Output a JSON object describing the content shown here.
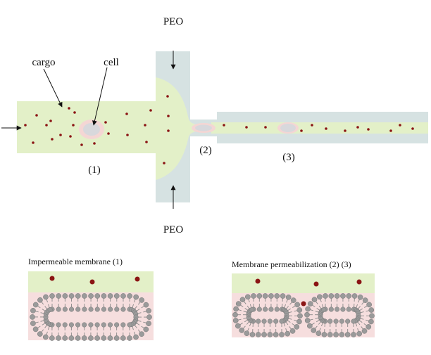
{
  "labels": {
    "peo_top": "PEO",
    "peo_bottom": "PEO",
    "cargo": "cargo",
    "cell": "cell",
    "region_1": "(1)",
    "region_2": "(2)",
    "region_3": "(3)"
  },
  "panels": {
    "left_title": "Impermeable membrane (1)",
    "right_title": "Membrane permeabilization (2) (3)"
  },
  "colors": {
    "channel_fluid": "#e3f0c8",
    "sheath_fluid": "#d6e2e2",
    "cell_fill": "#d8d8dc",
    "cell_ring": "#f4d6d4",
    "cargo_dot": "#8b1414",
    "cytoplasm": "#f6dede",
    "lipid_head": "#9a9a9a",
    "arrow": "#111111"
  }
}
